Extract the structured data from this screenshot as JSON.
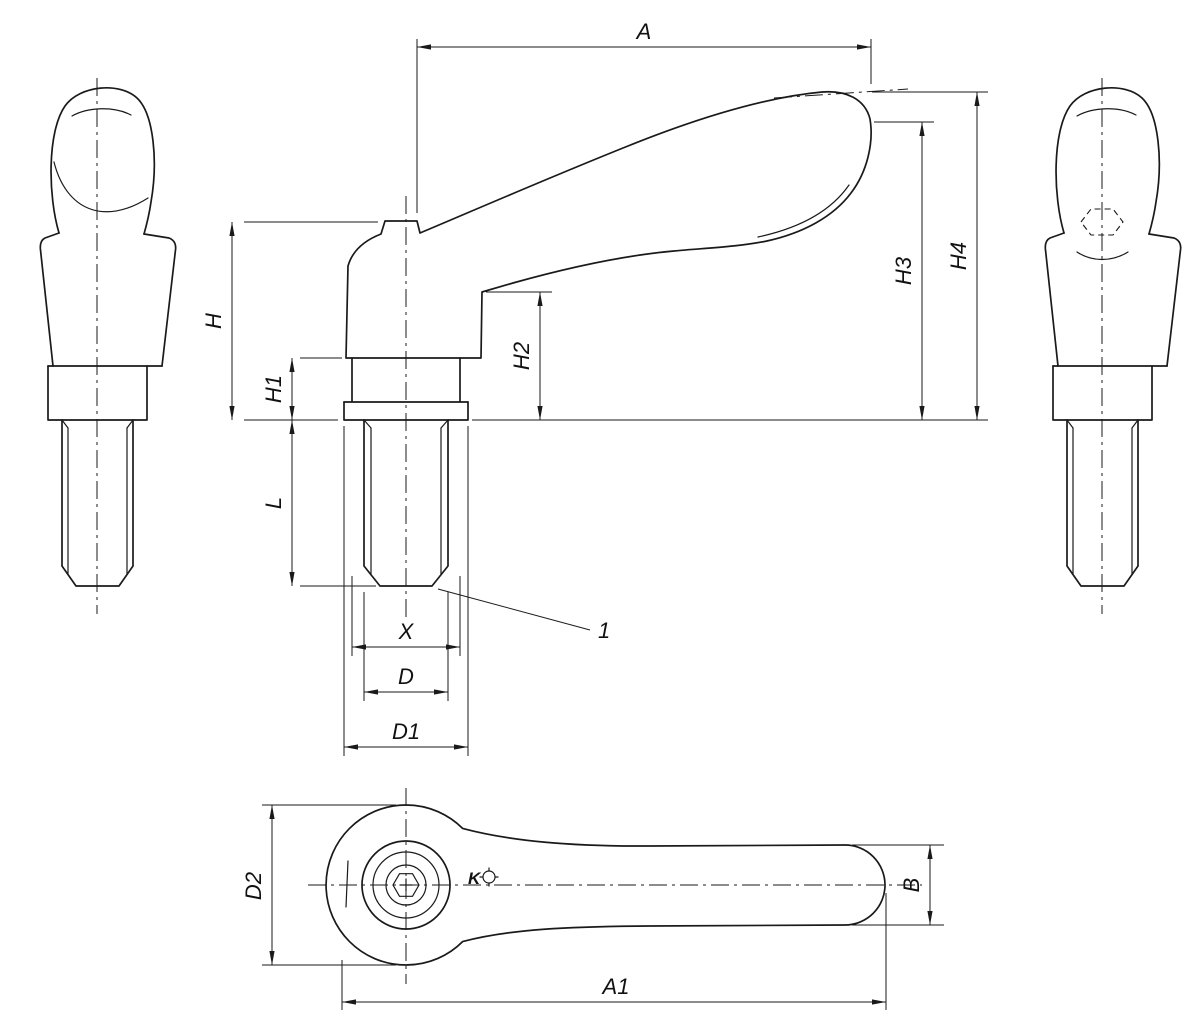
{
  "drawing": {
    "type": "technical-drawing",
    "description": "Adjustable clamping lever with external thread, four dimensioned views",
    "background": "#ffffff",
    "line_color": "#1a1a1a",
    "dimensions": {
      "A": "A",
      "H": "H",
      "H1": "H1",
      "H2": "H2",
      "H3": "H3",
      "H4": "H4",
      "L": "L",
      "X": "X",
      "D": "D",
      "D1": "D1",
      "D2": "D2",
      "B": "B",
      "A1": "A1"
    },
    "callouts": {
      "thread_end": "1"
    },
    "brand_mark": "K"
  }
}
